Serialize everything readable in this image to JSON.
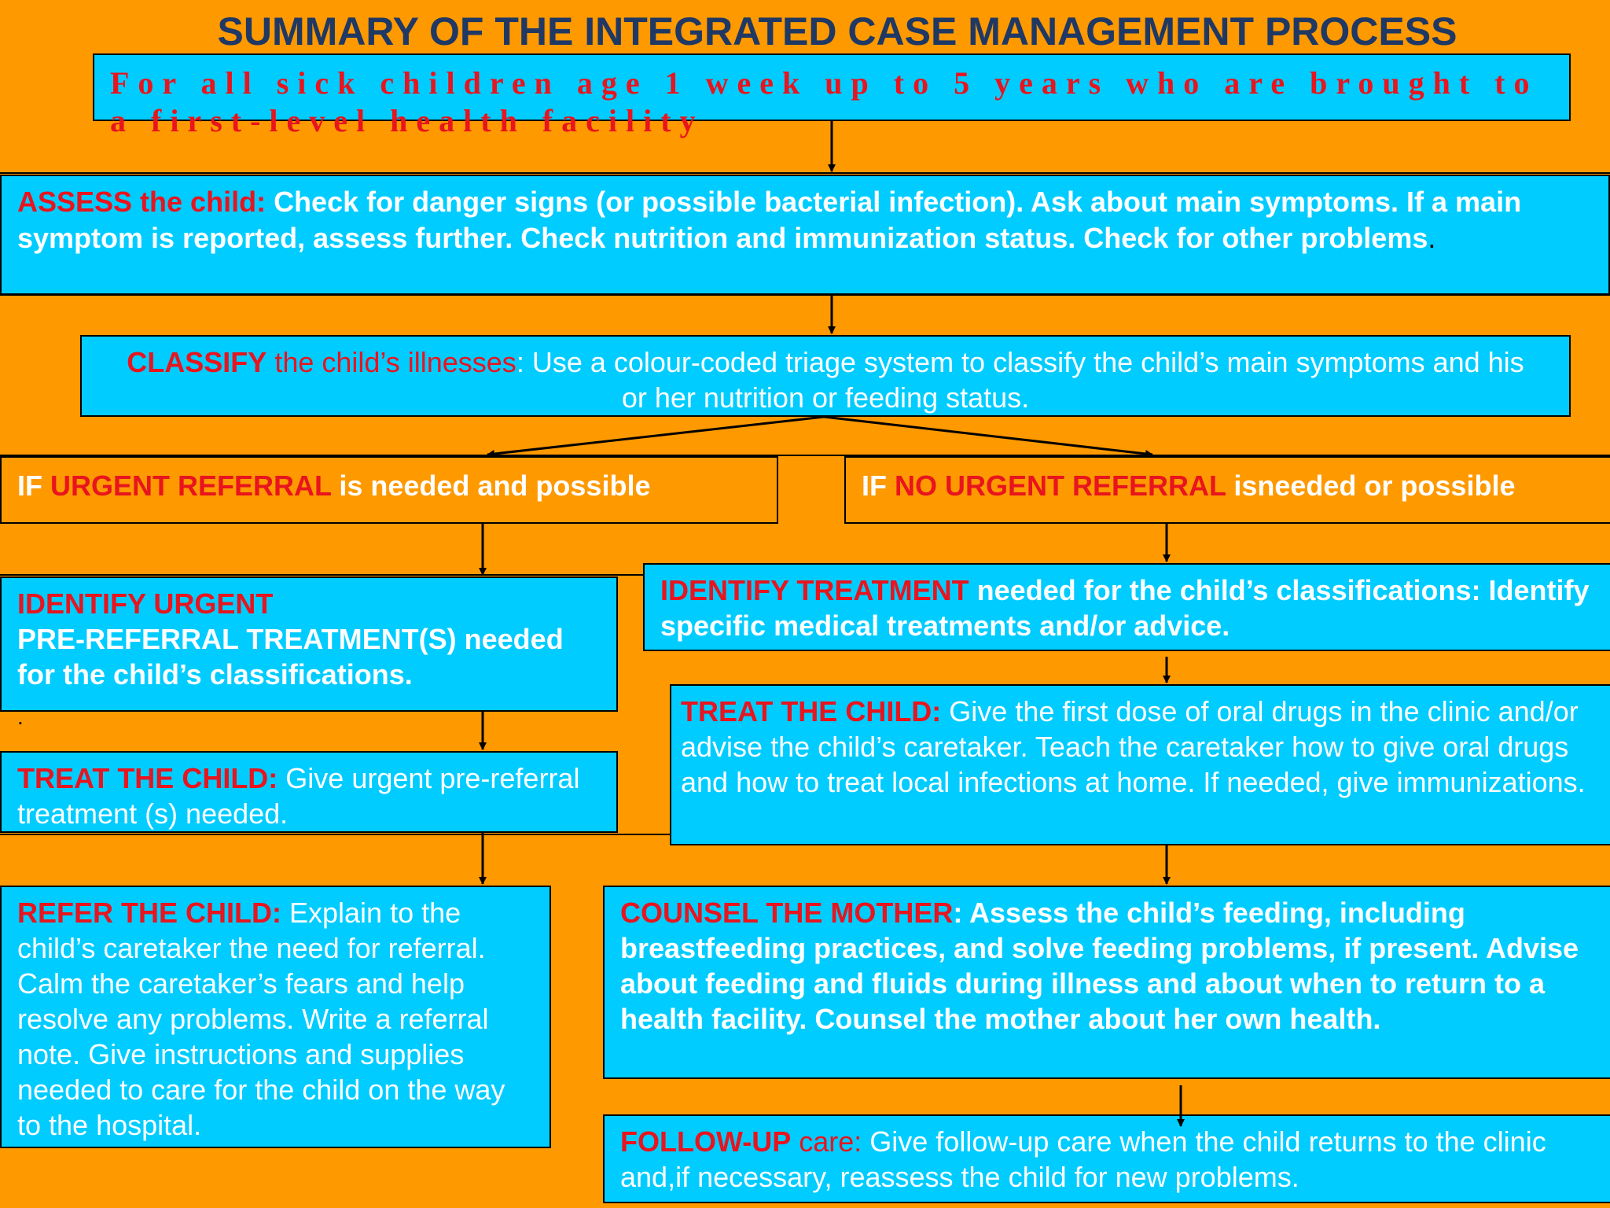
{
  "title": "SUMMARY OF THE INTEGRATED CASE MANAGEMENT PROCESS",
  "subtitle": "For all sick children age 1 week up to 5 years who are brought to a first-level health facility",
  "assess": {
    "lead": "ASSESS the child: ",
    "text": "Check for danger signs (or possible bacterial infection). Ask about main symptoms. If a main symptom is reported, assess further. Check nutrition and immunization status. Check for other problems",
    "end": "."
  },
  "classify": {
    "lead_bold": "CLASSIFY",
    "lead_rest": " the child’s illnesses",
    "text": ": Use a colour-coded triage system to classify the child’s main symptoms and his or her nutrition or feeding status."
  },
  "urgent": {
    "pre": "IF ",
    "key": "URGENT REFERRAL",
    "post": " is needed and possible"
  },
  "no_urgent": {
    "pre": "IF ",
    "key": "NO URGENT REFERRAL",
    "post": " isneeded or possible"
  },
  "identify_urgent": {
    "lead": "IDENTIFY URGENT",
    "text": "PRE-REFERRAL TREATMENT(S) needed for the child’s classifications.",
    "dot": "."
  },
  "treat_urgent": {
    "lead": "TREAT THE CHILD:",
    "text": " Give urgent pre-referral treatment (s) needed."
  },
  "refer": {
    "lead": "REFER THE CHILD:",
    "text": " Explain to the child’s caretaker the need for referral. Calm the caretaker’s fears and help resolve any problems. Write a referral note. Give instructions and supplies needed to care for the child on the way to the hospital."
  },
  "identify_treatment": {
    "lead": "IDENTIFY TREATMENT",
    "text": " needed for the child’s classifications: Identify specific medical treatments and/or advice."
  },
  "treat_child": {
    "lead": "TREAT THE CHILD:",
    "text": " Give the first dose of oral drugs in the clinic and/or advise the child’s caretaker. Teach the caretaker how to give oral drugs and how to treat local infections at home. If needed, give immunizations."
  },
  "counsel": {
    "lead": "COUNSEL THE MOTHER",
    "text": ": Assess the child’s feeding, including breastfeeding practices, and solve feeding problems, if present. Advise about feeding and fluids during illness and about when to return to a health facility. Counsel the mother about her own health."
  },
  "follow_up": {
    "lead_bold": "FOLLOW-UP",
    "lead_rest": " care:",
    "text": " Give follow-up care when the child returns to the clinic and,if necessary, reassess the child for new problems."
  },
  "colors": {
    "background": "#FF9900",
    "box": "#00CCFF",
    "accent": "#E8141E",
    "title": "#1F3864"
  }
}
